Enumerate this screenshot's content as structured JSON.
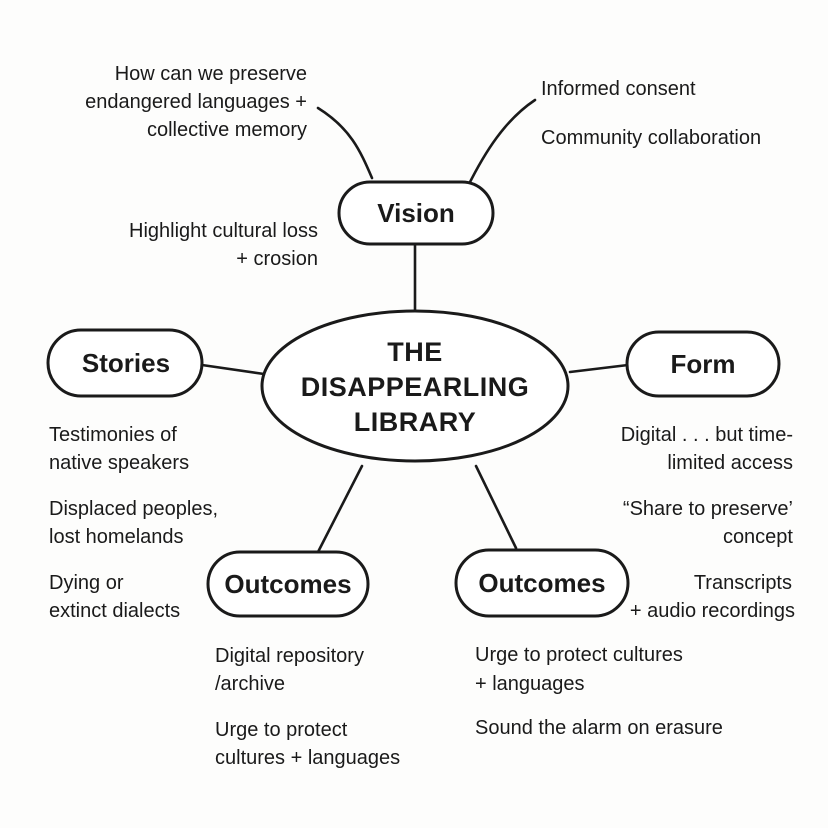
{
  "center": {
    "lines": [
      "THE",
      "DISAPPEARLING",
      "LIBRARY"
    ]
  },
  "nodes": {
    "vision": {
      "label": "Vision"
    },
    "stories": {
      "label": "Stories"
    },
    "form": {
      "label": "Form"
    },
    "outcomes_left": {
      "label": "Outcomes"
    },
    "outcomes_right": {
      "label": "Outcomes"
    }
  },
  "notes": {
    "vision_question": [
      "How can we preserve",
      "endangered languages +",
      "collective memory"
    ],
    "vision_consent": [
      "Informed consent"
    ],
    "vision_collab": [
      "Community collaboration"
    ],
    "vision_loss": [
      "Highlight cultural loss",
      "+ crosion"
    ],
    "stories_testimonies": [
      "Testimonies of",
      "native speakers"
    ],
    "stories_displaced": [
      "Displaced peoples,",
      "lost homelands"
    ],
    "stories_dialects": [
      "Dying or",
      "extinct dialects"
    ],
    "form_digital": [
      "Digital . . . but time-",
      "limited access"
    ],
    "form_share": [
      "“Share to preserve’",
      "concept"
    ],
    "form_transcripts": [
      "Transcripts",
      "+ audio recordings"
    ],
    "outcomes_left_repo": [
      "Digital repository",
      "/archive"
    ],
    "outcomes_left_urge": [
      "Urge to protect",
      "cultures + languages"
    ],
    "outcomes_right_urge": [
      "Urge to protect cultures",
      "+ languages"
    ],
    "outcomes_right_alarm": [
      "Sound the alarm on erasure"
    ]
  }
}
